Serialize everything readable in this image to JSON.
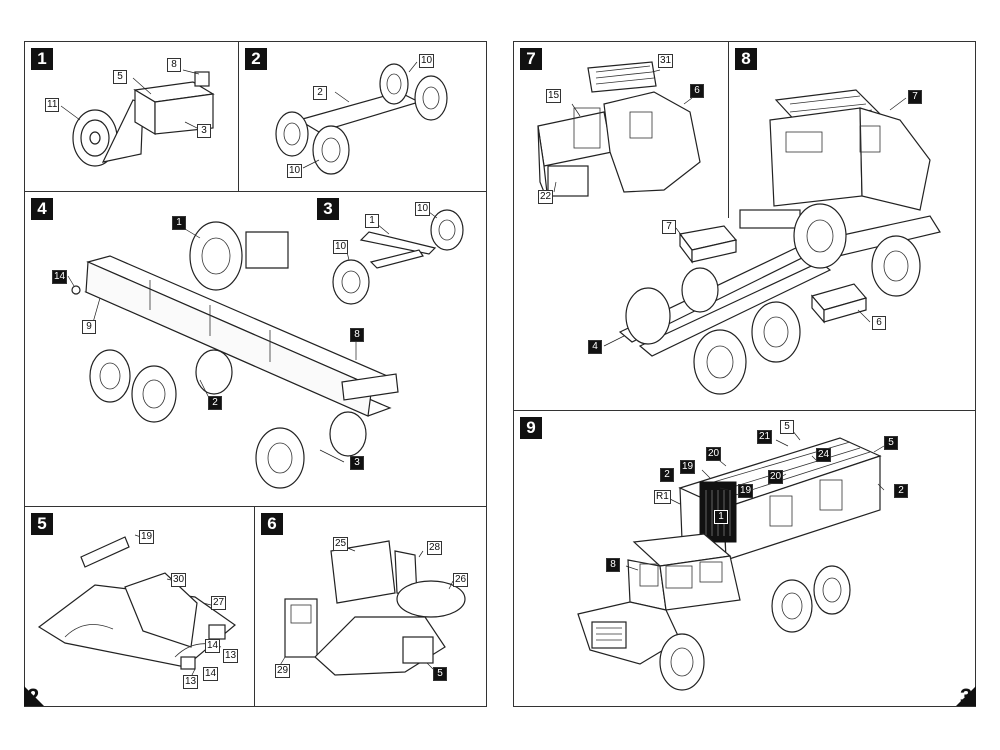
{
  "page": {
    "left_number": "2",
    "right_number": "3"
  },
  "steps": [
    {
      "id": "1",
      "callouts": [
        "8",
        "5",
        "11",
        "3"
      ]
    },
    {
      "id": "2",
      "callouts": [
        "10",
        "2",
        "10"
      ]
    },
    {
      "id": "3",
      "callouts": [
        "1",
        "10",
        "10"
      ]
    },
    {
      "id": "4",
      "callouts": [
        "1",
        "14",
        "9",
        "8",
        "2",
        "3"
      ]
    },
    {
      "id": "5",
      "callouts": [
        "19",
        "30",
        "27",
        "14",
        "13",
        "13",
        "14"
      ]
    },
    {
      "id": "6",
      "callouts": [
        "25",
        "28",
        "26",
        "29",
        "5"
      ]
    },
    {
      "id": "7",
      "callouts": [
        "31",
        "6",
        "15",
        "22"
      ]
    },
    {
      "id": "8",
      "callouts": [
        "7",
        "7",
        "6",
        "4"
      ]
    },
    {
      "id": "9",
      "callouts": [
        "5",
        "21",
        "5",
        "2",
        "20",
        "24",
        "19",
        "20",
        "19",
        "2",
        "R1",
        "1",
        "8"
      ]
    }
  ],
  "colors": {
    "ink": "#111111",
    "line": "#222222",
    "paper": "#ffffff"
  }
}
